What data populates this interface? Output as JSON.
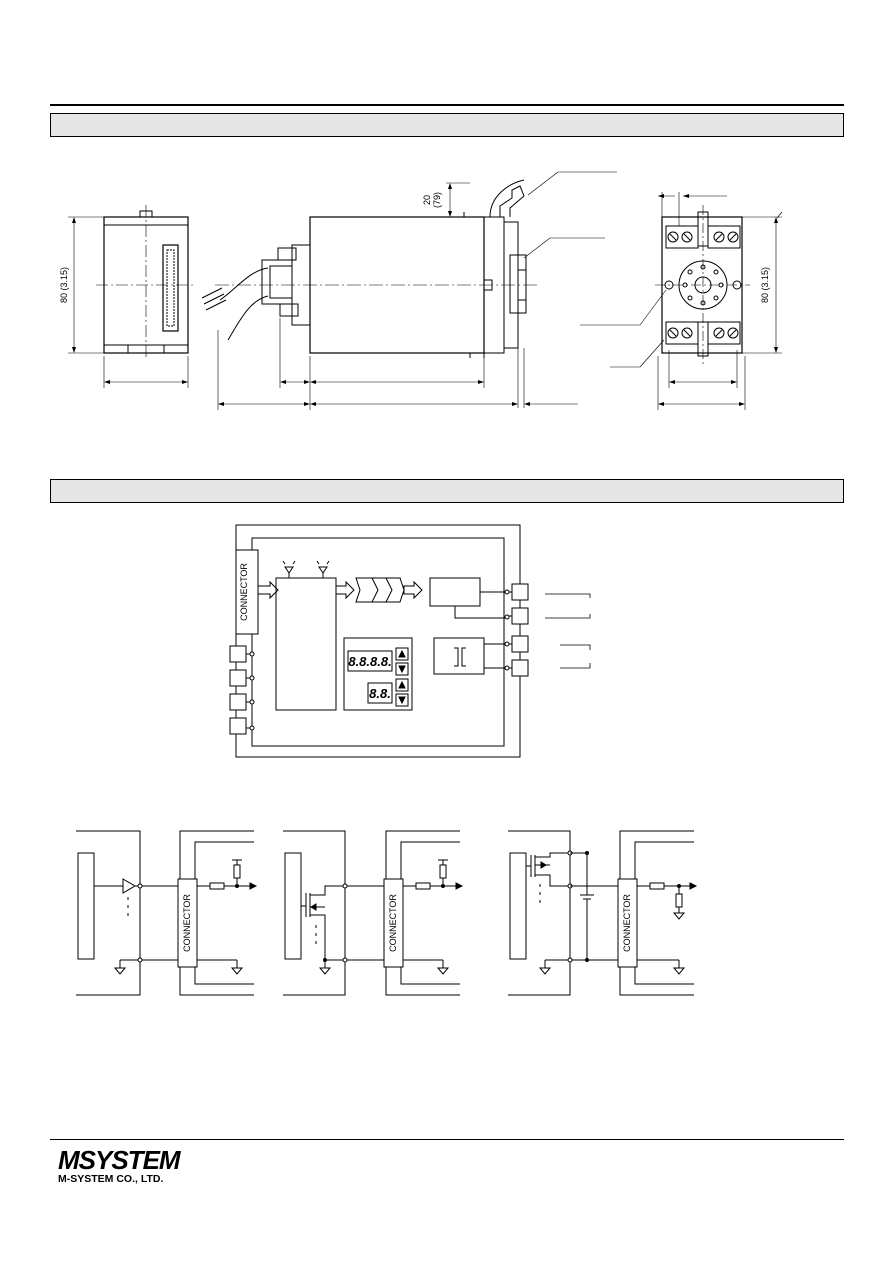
{
  "drawing": {
    "dimensions": {
      "height_label": "80 (3.15)",
      "height_label_right": "80 (3.15)",
      "top_small_label": "20",
      "top_small_label_sub": "(79)"
    },
    "block_labels": {
      "connector_main": "CONNECTOR",
      "led_display_top": "8.8.8.8.",
      "led_display_bottom": "8.8."
    },
    "circuit_labels": {
      "connector_a": "CONNECTOR",
      "connector_b": "CONNECTOR",
      "connector_c": "CONNECTOR"
    }
  },
  "footer": {
    "logo_mark": "MSYSTEM",
    "company": "M-SYSTEM CO., LTD."
  }
}
